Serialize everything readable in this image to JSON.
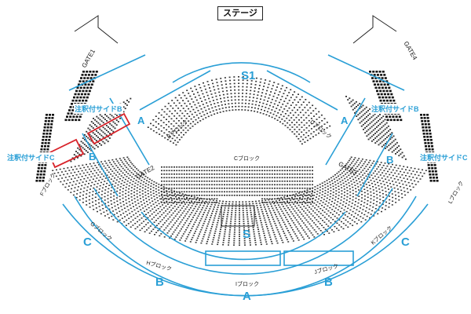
{
  "stage": {
    "label": "ステージ"
  },
  "zones": {
    "s1": "S1",
    "s": "S",
    "a_left": "A",
    "a_right": "A",
    "a_bottom": "A",
    "b_left": "B",
    "b_right": "B",
    "b_bottom_left": "B",
    "b_bottom_right": "B",
    "c_left": "C",
    "c_right": "C"
  },
  "side_seats": {
    "left_b": "注釈付サイドB",
    "left_c": "注釈付サイドC",
    "right_b": "注釈付サイドB",
    "right_c": "注釈付サイドC"
  },
  "blocks": {
    "b": "Bブロック",
    "c": "Cブロック",
    "d": "Dブロック",
    "f": "Fブロック",
    "g": "Gブロック",
    "h": "Hブロック",
    "i": "Iブロック",
    "j": "Jブロック",
    "k": "Kブロック",
    "l": "Lブロック"
  },
  "gates": {
    "g1": "GATE1",
    "g2": "GATE2",
    "g3": "GATE3",
    "g4": "GATE4"
  },
  "colors": {
    "accent": "#2a9fd6",
    "seat": "#333333",
    "balcony_seat": "#111111",
    "highlight": "#d8232a"
  }
}
